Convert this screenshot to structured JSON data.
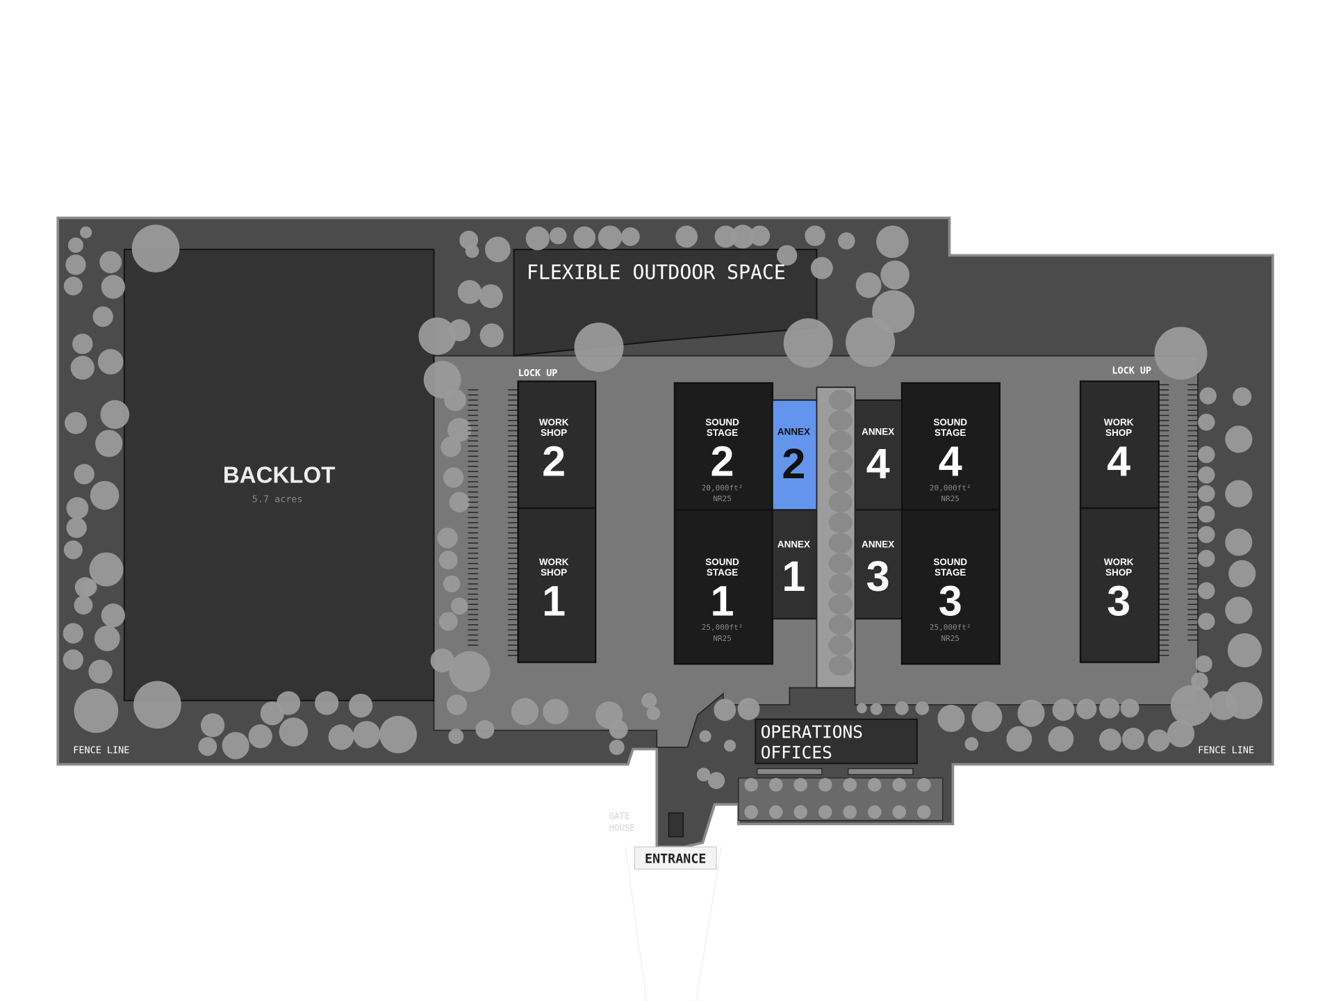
{
  "colors": {
    "lot": "#4b4b4b",
    "yard": "#777777",
    "building": "#1c1c1c",
    "annex": "#303030",
    "highlight": "#6495ed",
    "tree": "#9a9a9a"
  },
  "labels": {
    "outdoor": "FLEXIBLE OUTDOOR SPACE",
    "backlot": "BACKLOT",
    "backlot_area": "5.7 acres",
    "lockup_left": "LOCK UP",
    "lockup_right": "LOCK UP",
    "fence_left": "FENCE LINE",
    "fence_right": "FENCE LINE",
    "ops_line1": "OPERATIONS",
    "ops_line2": "OFFICES",
    "gate_line1": "GATE",
    "gate_line2": "HOUSE",
    "entrance": "ENTRANCE"
  },
  "workshops": [
    {
      "l1": "WORK",
      "l2": "SHOP",
      "num": "2"
    },
    {
      "l1": "WORK",
      "l2": "SHOP",
      "num": "1"
    },
    {
      "l1": "WORK",
      "l2": "SHOP",
      "num": "4"
    },
    {
      "l1": "WORK",
      "l2": "SHOP",
      "num": "3"
    }
  ],
  "stages": [
    {
      "l1": "SOUND",
      "l2": "STAGE",
      "num": "2",
      "area": "20,000ft²",
      "rating": "NR25"
    },
    {
      "l1": "SOUND",
      "l2": "STAGE",
      "num": "1",
      "area": "25,000ft²",
      "rating": "NR25"
    },
    {
      "l1": "SOUND",
      "l2": "STAGE",
      "num": "4",
      "area": "20,000ft²",
      "rating": "NR25"
    },
    {
      "l1": "SOUND",
      "l2": "STAGE",
      "num": "3",
      "area": "25,000ft²",
      "rating": "NR25"
    }
  ],
  "annexes": [
    {
      "label": "ANNEX",
      "num": "2",
      "selected": true
    },
    {
      "label": "ANNEX",
      "num": "1",
      "selected": false
    },
    {
      "label": "ANNEX",
      "num": "4",
      "selected": false
    },
    {
      "label": "ANNEX",
      "num": "3",
      "selected": false
    }
  ]
}
